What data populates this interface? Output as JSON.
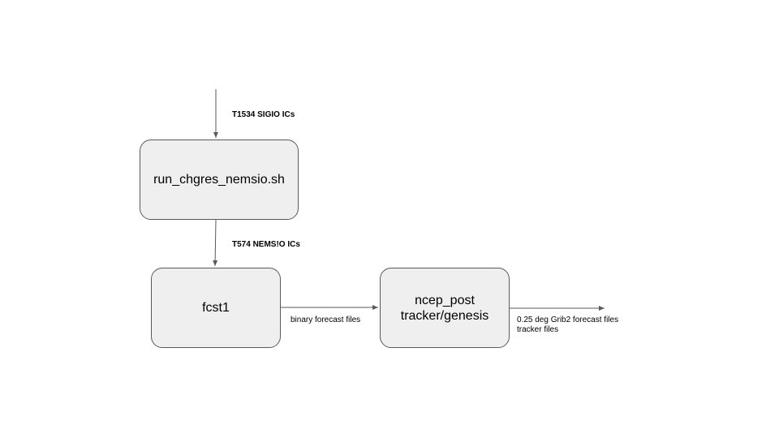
{
  "boxes": {
    "chgres": {
      "label": "run_chgres_nemsio.sh"
    },
    "fcst1": {
      "label": "fcst1"
    },
    "post": {
      "line1": "ncep_post",
      "line2": "tracker/genesis"
    }
  },
  "edges": {
    "input_ics": "T1534 SIGIO ICs",
    "nemsio_ics": "T574 NEMS!O ICs",
    "binary_files": "binary forecast files",
    "outputs_line1": "0.25 deg Grib2 forecast files",
    "outputs_line2": "tracker files"
  },
  "colors": {
    "box_fill": "#efefef",
    "box_border": "#595959",
    "arrow": "#595959",
    "text": "#000000"
  }
}
